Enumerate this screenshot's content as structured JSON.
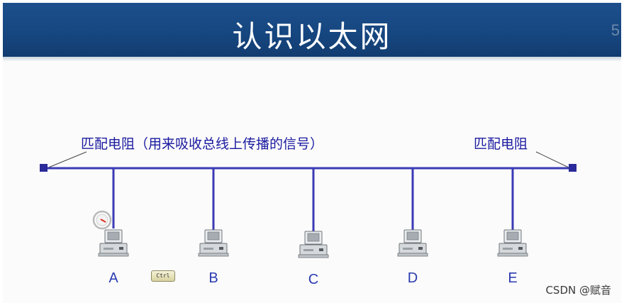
{
  "title": "认识以太网",
  "page_number": "5",
  "terminator_label_left": "匹配电阻（用来吸收总线上传播的信号）",
  "terminator_label_right": "匹配电阻",
  "nodes": [
    {
      "label": "A",
      "icon": "computer-icon"
    },
    {
      "label": "B",
      "icon": "computer-icon"
    },
    {
      "label": "C",
      "icon": "computer-icon"
    },
    {
      "label": "D",
      "icon": "computer-icon"
    },
    {
      "label": "E",
      "icon": "computer-icon"
    }
  ],
  "ctrl_key": "Ctrl",
  "watermark": "CSDN @赋音",
  "colors": {
    "title_bar": "#16467f",
    "bus_line": "#3b3bb5",
    "label_text": "#1a1aa0"
  }
}
